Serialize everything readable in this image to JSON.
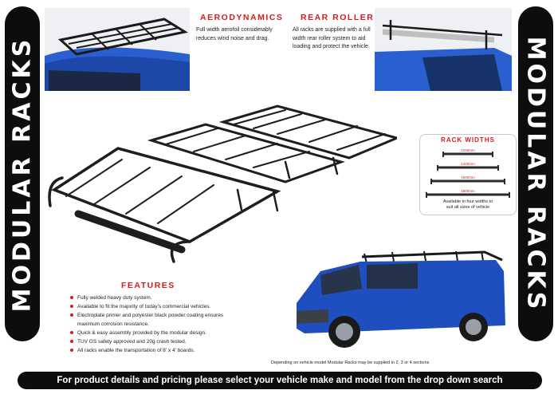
{
  "side_banner_text": "MODULAR RACKS",
  "aerodynamics": {
    "title": "AERODYNAMICS",
    "text": "Full width aerofoil considerably reduces wind noise and drag."
  },
  "rear_roller": {
    "title": "REAR ROLLER",
    "text": "All racks are supplied with a full width rear roller system to aid loading and protect the vehicle."
  },
  "rack_widths": {
    "title": "RACK WIDTHS",
    "widths": [
      "1250mm",
      "1400mm",
      "1600mm",
      "1800mm"
    ],
    "caption_line1": "Available in four widths to",
    "caption_line2": "suit all sizes of vehicle"
  },
  "features": {
    "title": "FEATURES",
    "items": [
      "Fully welded heavy duty system.",
      "Available to fit the majority of today's commercial vehicles.",
      "Electroplate primer and polyester black powder coating ensures",
      "maximum corrosion resistance.",
      "Quick & easy assembly provided by the modular design.",
      "TUV GS safety approved and 20g crash tested.",
      "All racks enable the transportation of 8' x 4' boards."
    ]
  },
  "van_caption": "Depending on vehicle model Modular Racks may be supplied in 2, 3 or 4 sections",
  "bottom_banner": "For product details and pricing please select your vehicle make and model from the drop down search",
  "colors": {
    "accent_red": "#d41c1c",
    "banner_black": "#0d0d0d",
    "van_blue": "#1f4fbf"
  }
}
